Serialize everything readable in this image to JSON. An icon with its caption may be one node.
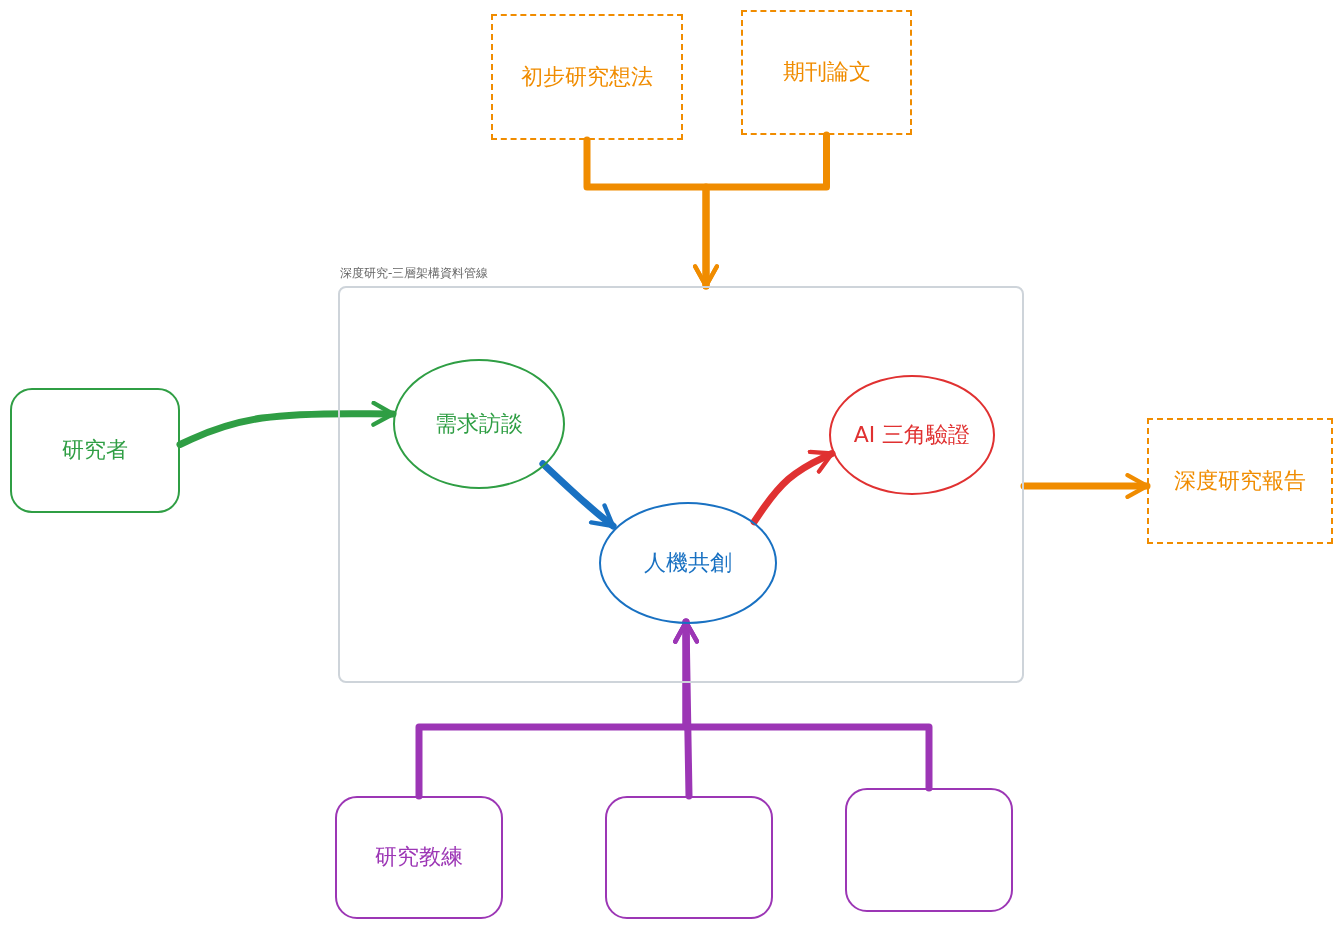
{
  "diagram": {
    "nodes": [
      {
        "text": [
          "初步研究想法"
        ]
      },
      {
        "text": [
          "期刊論文"
        ]
      },
      {
        "text": [
          "深度研究-三層架構資料管線"
        ]
      },
      {
        "text": [
          "研究者"
        ]
      },
      {
        "text": [
          "需求訪談"
        ],
        "in": 2
      },
      {
        "text": [
          "人機共創"
        ],
        "in": 2
      },
      {
        "text": [
          "AI 三角驗證"
        ],
        "in": 2
      },
      {
        "text": [
          "深度研究報告"
        ]
      },
      {
        "text": [
          "研究教練"
        ]
      },
      {
        "text": [],
        "shape": "box"
      },
      {
        "text": [],
        "shape": "box"
      }
    ],
    "edges": [
      {
        "from": 0,
        "to": 2,
        "arrow": "to",
        "color": "#f08c00"
      },
      {
        "from": 1,
        "to": 2,
        "arrow": "to",
        "color": "#f08c00"
      },
      {
        "from": 3,
        "to": 4,
        "arrow": "to",
        "color": "#2f9e44"
      },
      {
        "from": 4,
        "to": 5,
        "arrow": "to",
        "color": "#1971c2"
      },
      {
        "from": 5,
        "to": 6,
        "arrow": "to",
        "color": "#e03131"
      },
      {
        "from": 2,
        "to": 7,
        "arrow": "to",
        "color": "#f08c00"
      },
      {
        "from": 8,
        "to": 5,
        "arrow": "to",
        "color": "#9c36b5"
      },
      {
        "from": 9,
        "to": 5,
        "arrow": "to",
        "color": "#9c36b5"
      },
      {
        "from": 10,
        "to": 5,
        "arrow": "to",
        "color": "#9c36b5"
      }
    ]
  }
}
